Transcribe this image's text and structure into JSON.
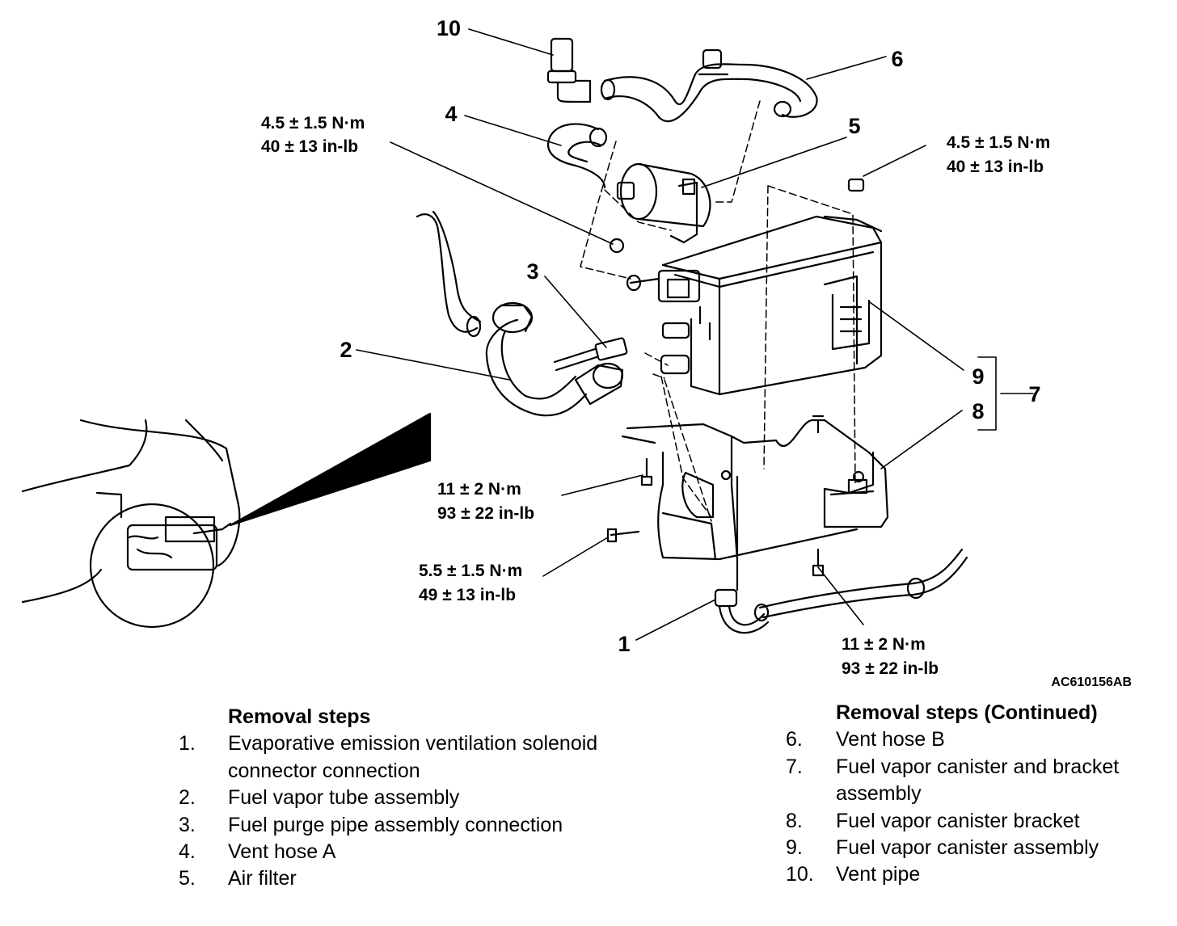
{
  "callouts": {
    "c1": "1",
    "c2": "2",
    "c3": "3",
    "c4": "4",
    "c5": "5",
    "c6": "6",
    "c7": "7",
    "c8": "8",
    "c9": "9",
    "c10": "10"
  },
  "torques": {
    "t_top_left": {
      "nm": "4.5 ± 1.5 N·m",
      "inlb": "40 ± 13 in-lb"
    },
    "t_top_right": {
      "nm": "4.5 ± 1.5 N·m",
      "inlb": "40 ± 13 in-lb"
    },
    "t_mid_left": {
      "nm": "11 ± 2 N·m",
      "inlb": "93 ± 22 in-lb"
    },
    "t_low_left": {
      "nm": "5.5 ± 1.5 N·m",
      "inlb": "49 ± 13 in-lb"
    },
    "t_bottom": {
      "nm": "11 ± 2 N·m",
      "inlb": "93 ± 22 in-lb"
    }
  },
  "figure_id": "AC610156AB",
  "steps_left": {
    "heading": "Removal steps",
    "items": [
      {
        "num": "1.",
        "text": "Evaporative emission ventilation solenoid connector connection"
      },
      {
        "num": "2.",
        "text": "Fuel vapor tube assembly"
      },
      {
        "num": "3.",
        "text": "Fuel purge pipe assembly connection"
      },
      {
        "num": "4.",
        "text": "Vent hose A"
      },
      {
        "num": "5.",
        "text": "Air filter"
      }
    ]
  },
  "steps_right": {
    "heading": "Removal steps (Continued)",
    "items": [
      {
        "num": "6.",
        "text": "Vent hose B"
      },
      {
        "num": "7.",
        "text": "Fuel vapor canister and bracket assembly"
      },
      {
        "num": "8.",
        "text": "Fuel vapor canister bracket"
      },
      {
        "num": "9.",
        "text": "Fuel vapor canister assembly"
      },
      {
        "num": "10.",
        "text": "Vent pipe"
      }
    ]
  }
}
